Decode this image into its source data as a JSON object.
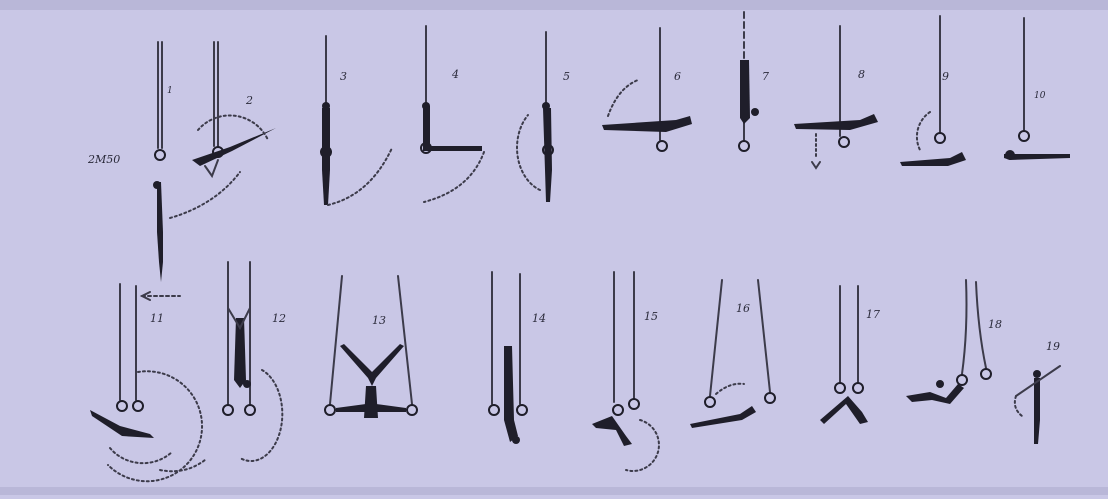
{
  "colors": {
    "paper": "#c9c7e6",
    "paper_edge": "#b9b7d8",
    "ink": "#1f1e2a",
    "rope": "#3c3b4a"
  },
  "top_label": "2M50",
  "figures": [
    {
      "id": "1",
      "label": "1"
    },
    {
      "id": "2",
      "label": "2"
    },
    {
      "id": "3",
      "label": "3"
    },
    {
      "id": "4",
      "label": "4"
    },
    {
      "id": "5",
      "label": "5"
    },
    {
      "id": "6",
      "label": "6"
    },
    {
      "id": "7",
      "label": "7"
    },
    {
      "id": "8",
      "label": "8"
    },
    {
      "id": "9",
      "label": "9"
    },
    {
      "id": "10",
      "label": "10"
    },
    {
      "id": "11",
      "label": "11"
    },
    {
      "id": "12",
      "label": "12"
    },
    {
      "id": "13",
      "label": "13"
    },
    {
      "id": "14",
      "label": "14"
    },
    {
      "id": "15",
      "label": "15"
    },
    {
      "id": "16",
      "label": "16"
    },
    {
      "id": "17",
      "label": "17"
    },
    {
      "id": "18",
      "label": "18"
    },
    {
      "id": "19",
      "label": "19"
    }
  ]
}
